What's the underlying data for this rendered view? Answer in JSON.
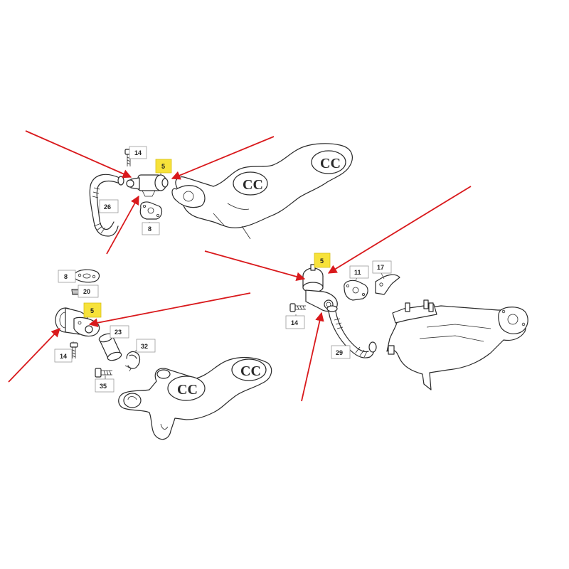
{
  "colors": {
    "arrow": "#d9191c",
    "highlight": "#f7e23a",
    "line": "#2a2a2a"
  },
  "callouts": {
    "top": {
      "c14": "14",
      "c5": "5",
      "c26": "26",
      "c8": "8"
    },
    "left": {
      "c8": "8",
      "c20": "20",
      "c5": "5",
      "c23": "23",
      "c14": "14",
      "c32": "32",
      "c35": "35"
    },
    "right": {
      "c5": "5",
      "c11": "11",
      "c17": "17",
      "c14": "14",
      "c29": "29"
    }
  }
}
